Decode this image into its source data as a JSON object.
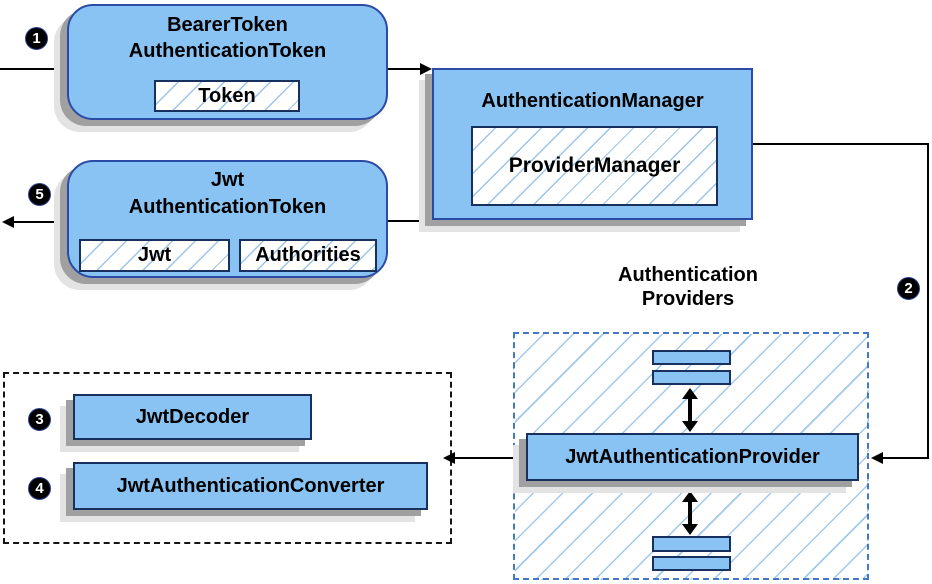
{
  "labels": {
    "providers_line1": "Authentication",
    "providers_line2": "Providers"
  },
  "nodes": {
    "bearer_token": {
      "line1": "BearerToken",
      "line2": "AuthenticationToken",
      "token": "Token"
    },
    "jwt_token": {
      "line1": "Jwt",
      "line2": "AuthenticationToken",
      "jwt": "Jwt",
      "authorities": "Authorities"
    },
    "auth_manager": {
      "title": "AuthenticationManager",
      "inner": "ProviderManager"
    },
    "jwt_auth_provider": {
      "title": "JwtAuthenticationProvider"
    },
    "jwt_decoder": {
      "title": "JwtDecoder"
    },
    "jwt_auth_converter": {
      "title": "JwtAuthenticationConverter"
    }
  },
  "steps": {
    "s1": "1",
    "s2": "2",
    "s3": "3",
    "s4": "4",
    "s5": "5"
  },
  "colors": {
    "node_fill": "#89c3f3",
    "rounded_border": "#2c4ba6",
    "rect_border": "#17305e",
    "hatch_line": "#9cc3e8",
    "dashed_blue_border": "#4478c4",
    "dashed_black_border": "#141414",
    "shadow": "#a0a0a0",
    "arrow": "#000000",
    "step_badge_bg": "#000000",
    "step_badge_text": "#ffffff"
  }
}
